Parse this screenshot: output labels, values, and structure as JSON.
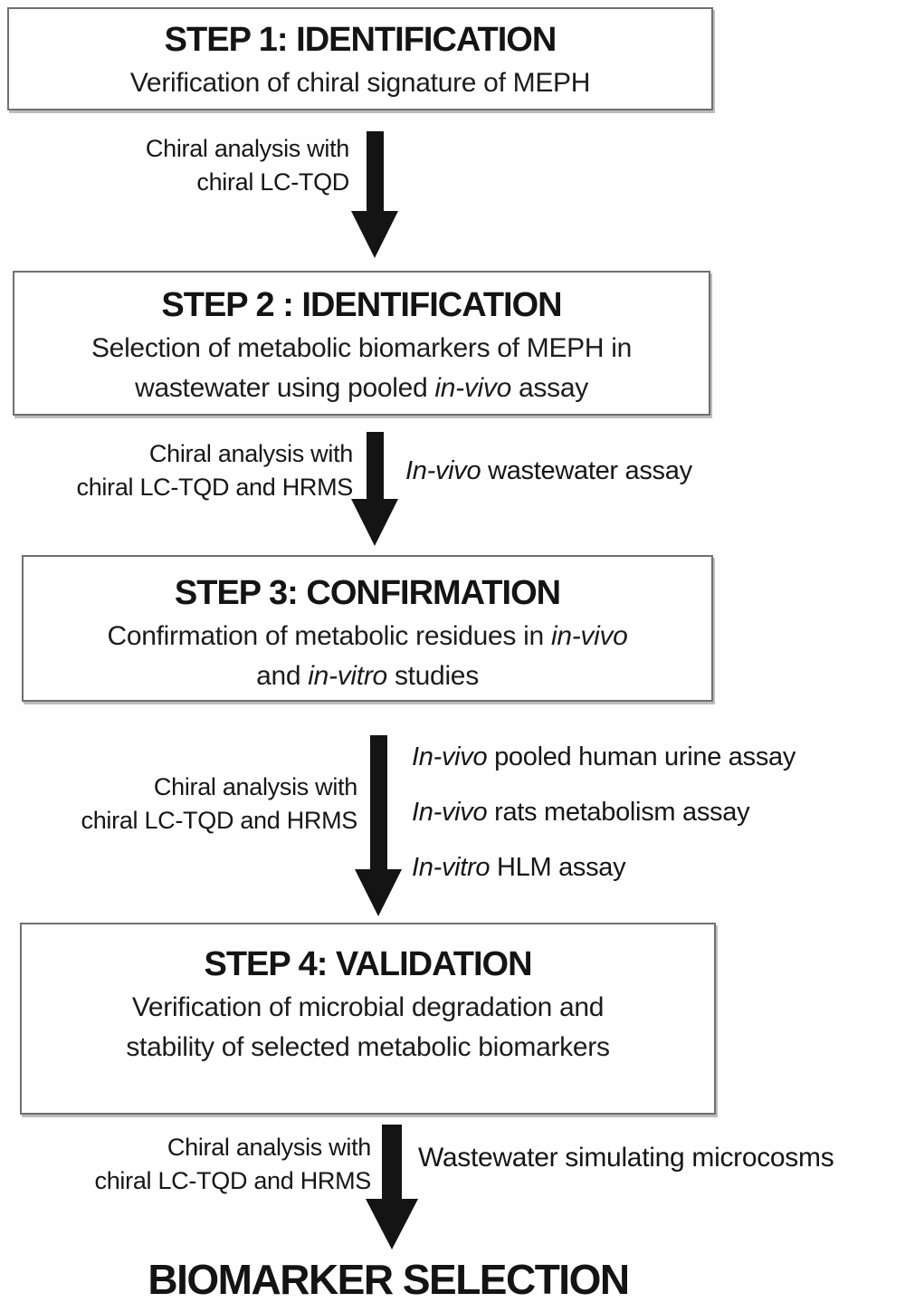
{
  "colors": {
    "background": "#ffffff",
    "text": "#1a1a1a",
    "box_border": "#6f6f6f",
    "box_shadow": "#bcbcbc",
    "arrow": "#141414"
  },
  "flow": {
    "boxes": [
      {
        "title": "STEP 1: IDENTIFICATION",
        "lines": [
          [
            {
              "t": "Verification of chiral signature of MEPH"
            }
          ]
        ]
      },
      {
        "title": "STEP 2 : IDENTIFICATION",
        "lines": [
          [
            {
              "t": "Selection of metabolic biomarkers of MEPH in"
            }
          ],
          [
            {
              "t": "wastewater using pooled "
            },
            {
              "t": "in-vivo",
              "i": true
            },
            {
              "t": " assay"
            }
          ]
        ]
      },
      {
        "title": "STEP 3: CONFIRMATION",
        "lines": [
          [
            {
              "t": "Confirmation of metabolic residues in "
            },
            {
              "t": "in-vivo",
              "i": true
            }
          ],
          [
            {
              "t": "and "
            },
            {
              "t": "in-vitro",
              "i": true
            },
            {
              "t": " studies"
            }
          ]
        ]
      },
      {
        "title": "STEP 4: VALIDATION",
        "lines": [
          [
            {
              "t": "Verification of microbial degradation and"
            }
          ],
          [
            {
              "t": "stability of selected metabolic biomarkers"
            }
          ]
        ]
      }
    ],
    "transitions": [
      {
        "arrow_icon": "down-arrow",
        "left_label": [
          "Chiral analysis with",
          "chiral LC-TQD"
        ],
        "right_lines": []
      },
      {
        "arrow_icon": "down-arrow",
        "left_label": [
          "Chiral analysis with",
          "chiral LC-TQD and HRMS"
        ],
        "right_lines": [
          [
            {
              "t": "In-vivo",
              "i": true
            },
            {
              "t": " wastewater assay"
            }
          ]
        ]
      },
      {
        "arrow_icon": "down-arrow",
        "left_label": [
          "Chiral analysis with",
          "chiral LC-TQD and HRMS"
        ],
        "right_lines": [
          [
            {
              "t": "In-vivo",
              "i": true
            },
            {
              "t": " pooled human urine assay"
            }
          ],
          [
            {
              "t": "In-vivo",
              "i": true
            },
            {
              "t": " rats metabolism assay"
            }
          ],
          [
            {
              "t": "In-vitro",
              "i": true
            },
            {
              "t": " HLM assay"
            }
          ]
        ]
      },
      {
        "arrow_icon": "down-arrow",
        "left_label": [
          "Chiral analysis with",
          "chiral LC-TQD and HRMS"
        ],
        "right_lines": [
          [
            {
              "t": "Wastewater simulating microcosms"
            }
          ]
        ]
      }
    ],
    "final_label": "BIOMARKER SELECTION"
  }
}
